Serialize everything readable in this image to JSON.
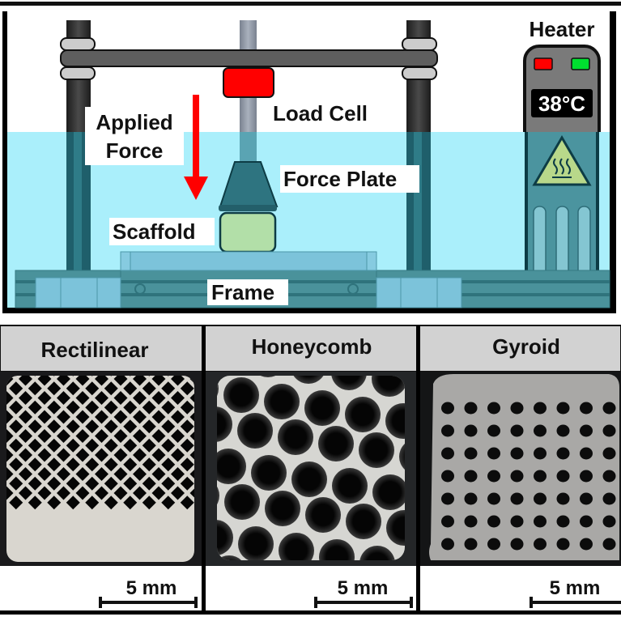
{
  "figure": {
    "top_panel": {
      "title": "Compression test setup schematic",
      "labels": {
        "applied_force": [
          "Applied",
          "Force"
        ],
        "load_cell": "Load Cell",
        "force_plate": "Force Plate",
        "scaffold": "Scaffold",
        "frame": "Frame",
        "heater": "Heater"
      },
      "heater": {
        "temperature": "38°C",
        "indicator_left_color": "#ff0000",
        "indicator_right_color": "#00e030",
        "warning_icon": "hot-surface-warning-icon"
      },
      "colors": {
        "water": "#aaeffb",
        "load_cell": "#ff0000",
        "scaffold": "#b2dfa8",
        "force_plate": "#2e7480",
        "frame": "#4a929b",
        "arrow": "#ff0000"
      }
    },
    "bottom_panel": {
      "columns": [
        {
          "header": "Rectilinear",
          "pattern": "rectilinear",
          "scale_bar": "5 mm"
        },
        {
          "header": "Honeycomb",
          "pattern": "honeycomb",
          "scale_bar": "5 mm"
        },
        {
          "header": "Gyroid",
          "pattern": "gyroid",
          "scale_bar": "5 mm"
        }
      ]
    }
  }
}
